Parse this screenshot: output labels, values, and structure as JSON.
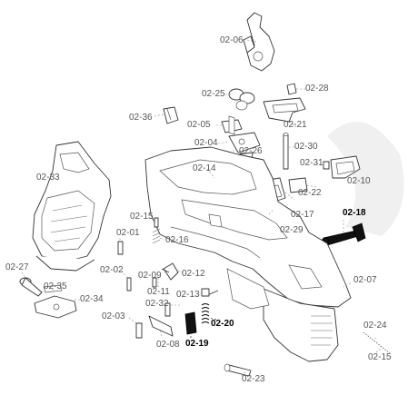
{
  "diagram": {
    "labels": {
      "p0206": "02-06",
      "p0225": "02-25",
      "p0228": "02-28",
      "p0236": "02-36",
      "p0221": "02-21",
      "p0205": "02-05",
      "p0204": "02-04",
      "p0226": "02-26",
      "p0230": "02-30",
      "p0231": "02-31",
      "p0233": "02-33",
      "p0214": "02-14",
      "p0222": "02-22",
      "p0210": "02-10",
      "p0218": "02-18",
      "p0217": "02-17",
      "p0215a": "02-15",
      "p0229": "02-29",
      "p0201": "02-01",
      "p0216": "02-16",
      "p0227": "02-27",
      "p0202": "02-02",
      "p0209": "02-09",
      "p0212": "02-12",
      "p0207": "02-07",
      "p0235": "02-35",
      "p0211": "02-11",
      "p0213": "02-13",
      "p0234": "02-34",
      "p0232": "02-32",
      "p0203": "02-03",
      "p0220": "02-20",
      "p0224": "02-24",
      "p0208": "02-08",
      "p0219": "02-19",
      "p0215b": "02-15",
      "p0223": "02-23"
    },
    "highlighted_parts": [
      "02-18",
      "02-19",
      "02-20"
    ]
  }
}
